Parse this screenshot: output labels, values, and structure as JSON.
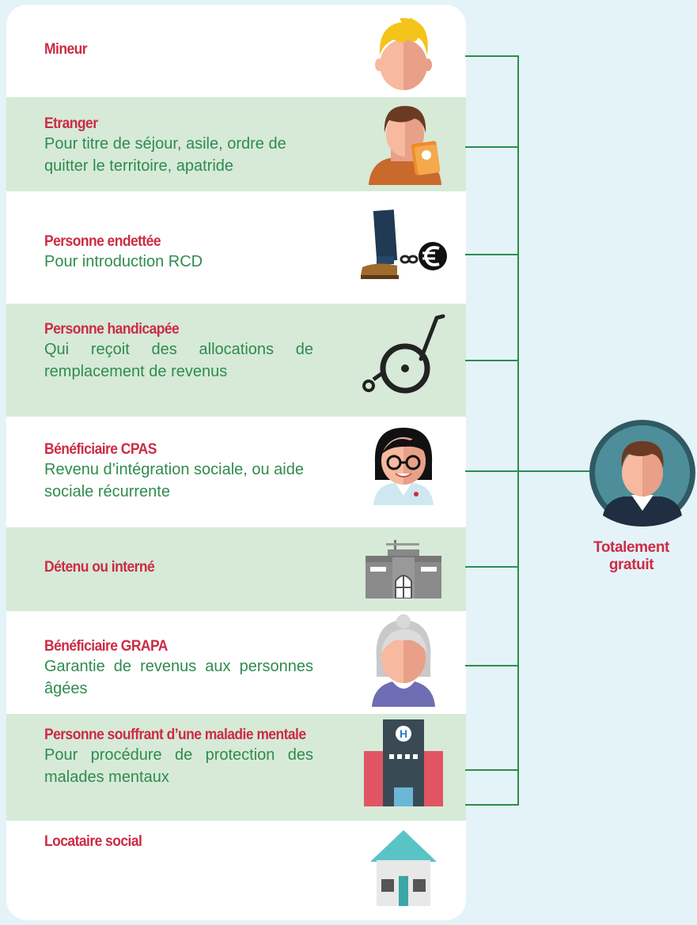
{
  "categories": [
    {
      "title": "Mineur",
      "description": "",
      "icon": "boy-icon"
    },
    {
      "title": "Etranger",
      "description": "Pour titre de séjour, asile, ordre de quitter le territoire, apatride",
      "icon": "foreigner-passport-icon"
    },
    {
      "title": "Personne endettée",
      "description": "Pour introduction RCD",
      "icon": "chained-euro-debt-icon"
    },
    {
      "title": "Personne handicapée",
      "description": "Qui reçoit des allocations de remplacement de revenus",
      "icon": "wheelchair-icon"
    },
    {
      "title": "Bénéficiaire CPAS",
      "description": "Revenu d’intégration sociale, ou aide sociale récurrente",
      "icon": "woman-glasses-icon"
    },
    {
      "title": "Détenu ou interné",
      "description": "",
      "icon": "prison-icon"
    },
    {
      "title": "Bénéficiaire GRAPA",
      "description": "Garantie de revenus aux personnes âgées",
      "icon": "elderly-woman-icon"
    },
    {
      "title": "Personne souffrant d’une maladie mentale",
      "description": "Pour procédure de protection des malades mentaux",
      "icon": "hospital-icon"
    },
    {
      "title": "Locataire social",
      "description": "",
      "icon": "social-house-icon"
    }
  ],
  "result": {
    "label_line1": "Totalement",
    "label_line2": "gratuit",
    "icon": "lawyer-icon"
  },
  "colors": {
    "title": "#cc2b45",
    "description": "#2f8b4f",
    "connector": "#2f8b4f",
    "shade": "#d6ead7",
    "background": "#e4f3f8"
  }
}
